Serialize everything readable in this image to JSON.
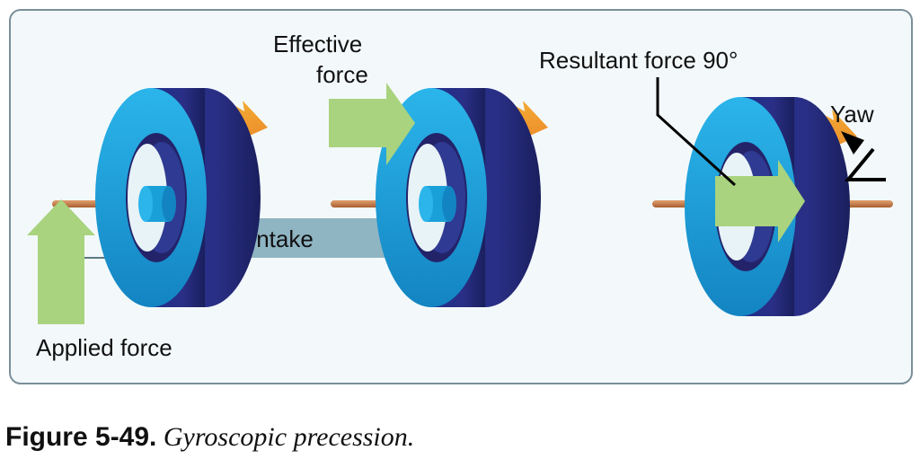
{
  "labels": {
    "effective_force_line1": "Effective",
    "effective_force_line2": "force",
    "resultant_force": "Resultant force 90°",
    "yaw": "Yaw",
    "intake": "Intake",
    "applied_force": "Applied force"
  },
  "caption": {
    "label": "Figure 5-49.",
    "title": "Gyroscopic precession."
  },
  "colors": {
    "panel_bg": "#f3f9fb",
    "panel_border": "#7a8f99",
    "wheel_face": "#1aa0d8",
    "wheel_side_dark": "#2a2a7a",
    "wheel_inner": "#23236a",
    "spin_arrow": "#f0a020",
    "axle": "#c07a45",
    "force_arrow": "#a9d37e",
    "intake_bar": "#8fb4c2"
  },
  "icons": [
    "spin-arrow-icon",
    "force-arrow-icon",
    "yaw-arrow-icon"
  ]
}
